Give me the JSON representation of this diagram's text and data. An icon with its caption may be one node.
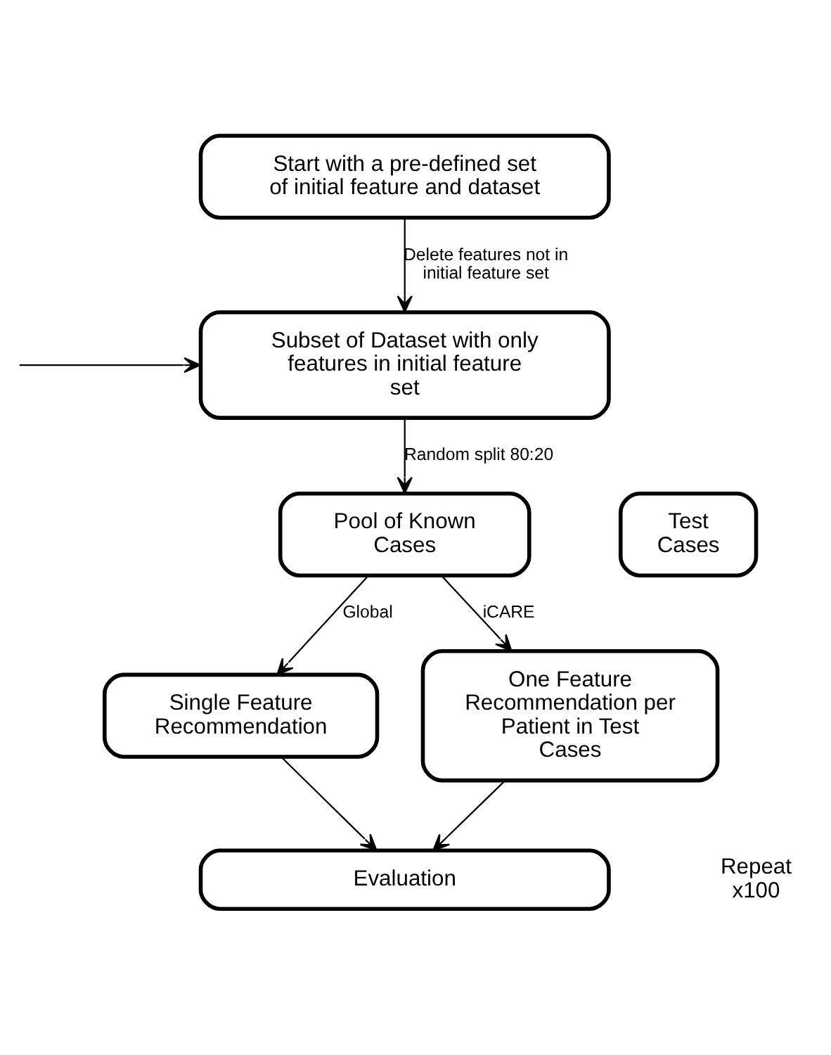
{
  "diagram": {
    "nodes": [
      {
        "text": [
          "Start with a pre-defined set of initial feature and dataset"
        ]
      },
      {
        "text": [
          "Subset of Dataset with only features in initial feature set"
        ]
      },
      {
        "text": [
          "Pool of Known Cases"
        ]
      },
      {
        "text": [
          "Test Cases"
        ]
      },
      {
        "text": [
          "Single Feature Recommendation"
        ]
      },
      {
        "text": [
          "One Feature Recommendation per Patient in Test Cases"
        ]
      },
      {
        "text": [
          "Evaluation"
        ]
      }
    ],
    "edges": [
      {
        "from": 0,
        "to": 1,
        "arrow": "to",
        "label": "Delete features not in initial feature set"
      },
      {
        "from": 1,
        "to": 2,
        "arrow": "to",
        "label": "Random split 80:20"
      },
      {
        "from": 2,
        "to": 4,
        "arrow": "to",
        "label": "Global"
      },
      {
        "from": 2,
        "to": 5,
        "arrow": "to",
        "label": "iCARE"
      },
      {
        "from": 4,
        "to": 6,
        "arrow": "to"
      },
      {
        "from": 5,
        "to": 6,
        "arrow": "to"
      },
      {
        "from": null,
        "to": 1,
        "arrow": "to"
      }
    ],
    "labels": [
      "Repeat x100"
    ]
  }
}
